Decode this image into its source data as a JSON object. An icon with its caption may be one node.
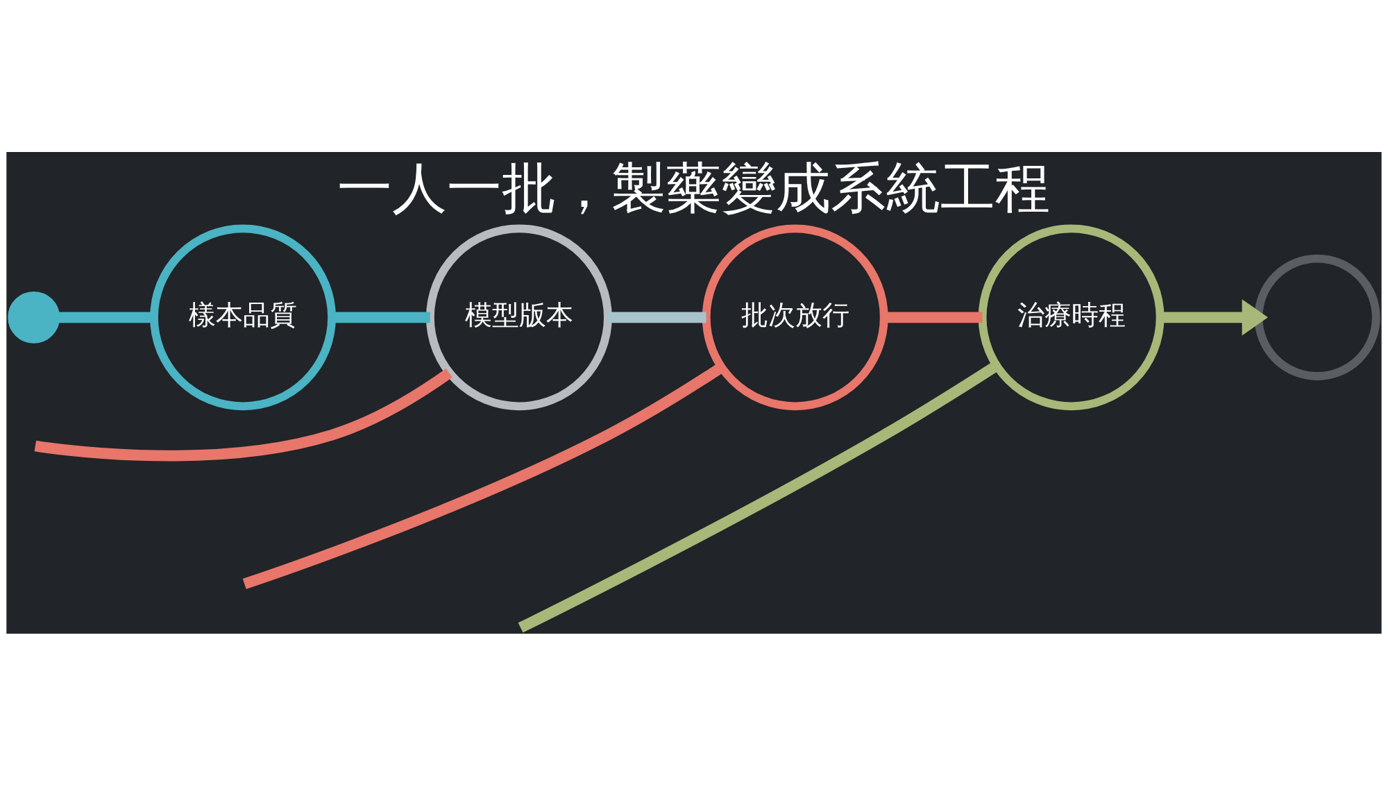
{
  "diagram": {
    "title": "一人一批，製藥變成系統工程",
    "nodes": [
      {
        "text": [],
        "shape": "circle"
      },
      {
        "text": [
          "樣本品質"
        ]
      },
      {
        "text": [
          "模型版本"
        ]
      },
      {
        "text": [
          "批次放行"
        ]
      },
      {
        "text": [
          "治療時程"
        ]
      },
      {
        "text": [],
        "shape": "circle"
      }
    ],
    "edges": [
      {
        "from": 0,
        "to": 1,
        "arrow": "none",
        "color": "#4ab3c4"
      },
      {
        "from": 1,
        "to": 2,
        "arrow": "none",
        "color": "#4ab3c4"
      },
      {
        "from": 2,
        "to": 3,
        "arrow": "none",
        "color": "#a9c3cc"
      },
      {
        "from": 3,
        "to": 4,
        "arrow": "none",
        "color": "#e8766a"
      },
      {
        "from": 4,
        "to": 5,
        "arrow": "to",
        "color": "#a8b878"
      },
      {
        "from": null,
        "to": 2,
        "arrow": "none",
        "color": "#e8766a"
      },
      {
        "from": null,
        "to": 3,
        "arrow": "none",
        "color": "#e8766a"
      },
      {
        "from": null,
        "to": 4,
        "arrow": "none",
        "color": "#a8b878"
      }
    ]
  }
}
